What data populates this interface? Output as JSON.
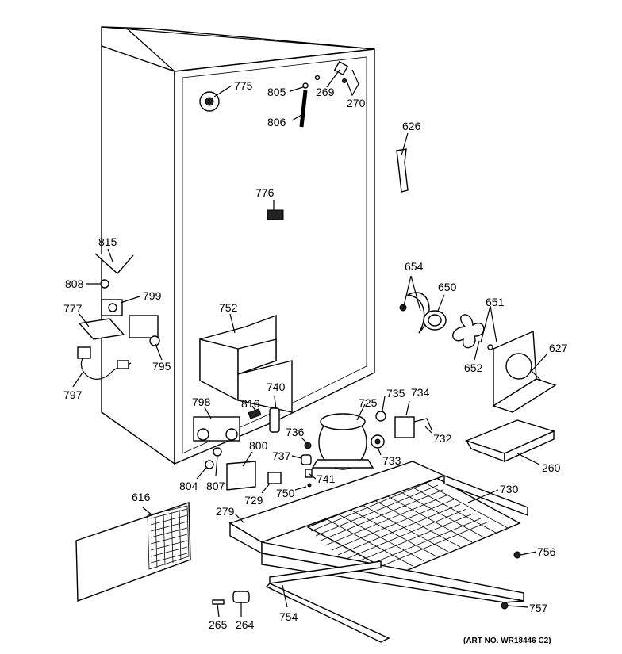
{
  "labels": {
    "l775": "775",
    "l805": "805",
    "l269": "269",
    "l270": "270",
    "l806": "806",
    "l626": "626",
    "l776": "776",
    "l815": "815",
    "l808": "808",
    "l799": "799",
    "l777": "777",
    "l795": "795",
    "l797": "797",
    "l752": "752",
    "l654": "654",
    "l650": "650",
    "l651": "651",
    "l652": "652",
    "l627": "627",
    "l798": "798",
    "l816": "816",
    "l740": "740",
    "l725": "725",
    "l735": "735",
    "l734": "734",
    "l732": "732",
    "l736": "736",
    "l733": "733",
    "l737": "737",
    "l741": "741",
    "l800": "800",
    "l804": "804",
    "l807": "807",
    "l729": "729",
    "l750": "750",
    "l260": "260",
    "l730": "730",
    "l616": "616",
    "l279": "279",
    "l756": "756",
    "l757": "757",
    "l754": "754",
    "l265": "265",
    "l264": "264"
  },
  "art_number": "(ART NO. WR18446 C2)"
}
